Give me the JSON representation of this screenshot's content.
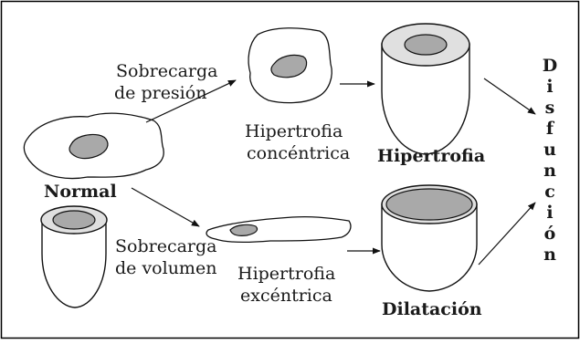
{
  "labels": {
    "pressure_overload_line1": "Sobrecarga",
    "pressure_overload_line2": "de presión",
    "concentric_line1": "Hipertrofia",
    "concentric_line2": "concéntrica",
    "hypertrophy": "Hipertrofia",
    "normal": "Normal",
    "volume_overload_line1": "Sobrecarga",
    "volume_overload_line2": "de volumen",
    "eccentric_line1": "Hipertrofia",
    "eccentric_line2": "excéntrica",
    "dilatation": "Dilatación",
    "dysfunction_letters": [
      "D",
      "i",
      "s",
      "f",
      "u",
      "n",
      "c",
      "i",
      "ó",
      "n"
    ]
  },
  "colors": {
    "nucleus_fill": "#a9a9a9",
    "heart_cavity_fill": "#a9a9a9",
    "heart_wall_fill": "#e0e0e0",
    "outline": "#111111",
    "frame": "#000000"
  }
}
